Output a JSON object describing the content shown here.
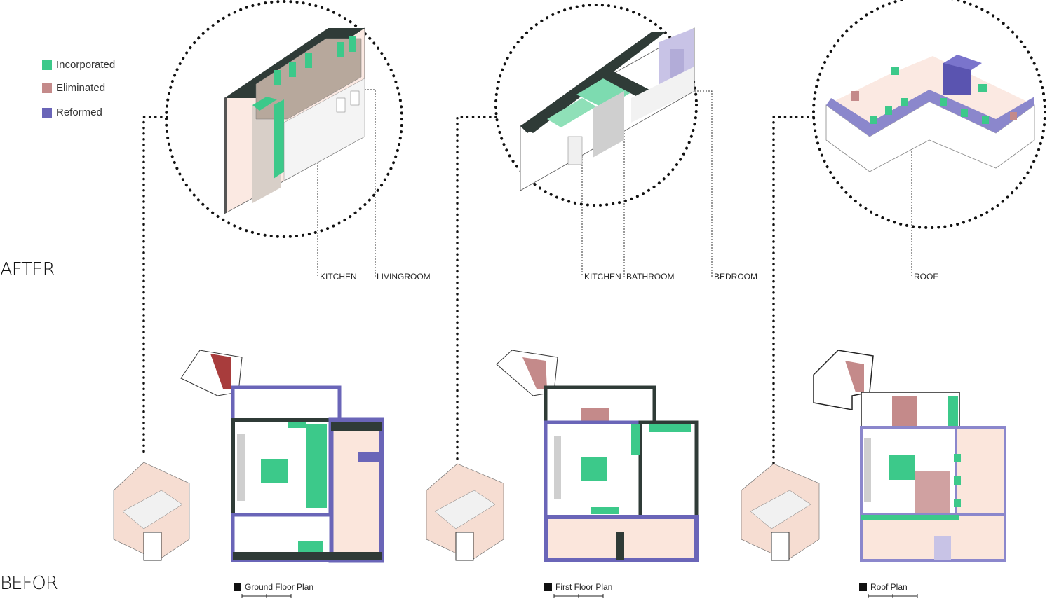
{
  "legend": {
    "items": [
      {
        "label": "Incorporated",
        "color": "#3cc98a"
      },
      {
        "label": "Eliminated",
        "color": "#c48a8a"
      },
      {
        "label": "Reformed",
        "color": "#6a65b8"
      }
    ]
  },
  "sections": {
    "after": "AFTER",
    "before": "BEFOR"
  },
  "rooms": {
    "ground_kitchen": "KITCHEN",
    "ground_livingroom": "LIVINGROOM",
    "first_kitchen": "KITCHEN",
    "first_bathroom": "BATHROOM",
    "first_bedroom": "BEDROOM",
    "roof": "ROOF"
  },
  "plans": {
    "ground": "Ground Floor Plan",
    "first": "First Floor Plan",
    "roof": "Roof Plan"
  },
  "colors": {
    "incorporated": "#3cc98a",
    "eliminated": "#c48a8a",
    "reformed": "#6a65b8",
    "wall": "#2f3b37",
    "floor": "#fbe6dc"
  }
}
